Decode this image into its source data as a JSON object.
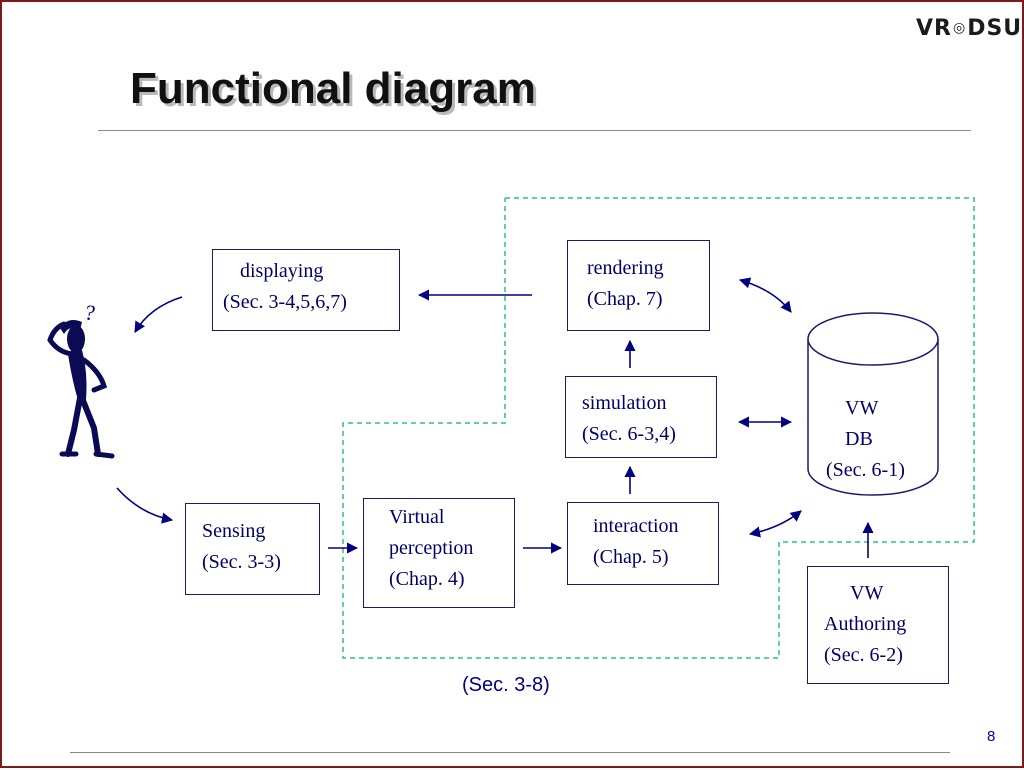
{
  "slide": {
    "title": "Functional diagram",
    "logo": {
      "left": "VR",
      "ring": "◎",
      "right": "DSU"
    },
    "page_number": "8"
  },
  "diagram": {
    "nodes": {
      "displaying": {
        "line1": "displaying",
        "line2": "(Sec. 3-4,5,6,7)"
      },
      "rendering": {
        "line1": "rendering",
        "line2": "(Chap. 7)"
      },
      "simulation": {
        "line1": "simulation",
        "line2": "(Sec. 6-3,4)"
      },
      "interaction": {
        "line1": "interaction",
        "line2": "(Chap. 5)"
      },
      "sensing": {
        "line1": "Sensing",
        "line2": "(Sec. 3-3)"
      },
      "virtual_perception": {
        "line1": "Virtual",
        "line2": "perception",
        "line3": "(Chap. 4)"
      },
      "vw_db": {
        "line1": "VW",
        "line2": "DB",
        "line3": "(Sec. 6-1)"
      },
      "vw_authoring": {
        "line1": "VW",
        "line2": "Authoring",
        "line3": "(Sec. 6-2)"
      }
    },
    "region_caption": "(Sec. 3-8)",
    "user_figure": {
      "icon": "thinking-person-icon",
      "symbol": "?"
    },
    "colors": {
      "box_border": "#1a1a6e",
      "text": "#000066",
      "arrow": "#000080",
      "dashed_region": "#2fbf8f",
      "frame": "#7b1a1a"
    }
  }
}
